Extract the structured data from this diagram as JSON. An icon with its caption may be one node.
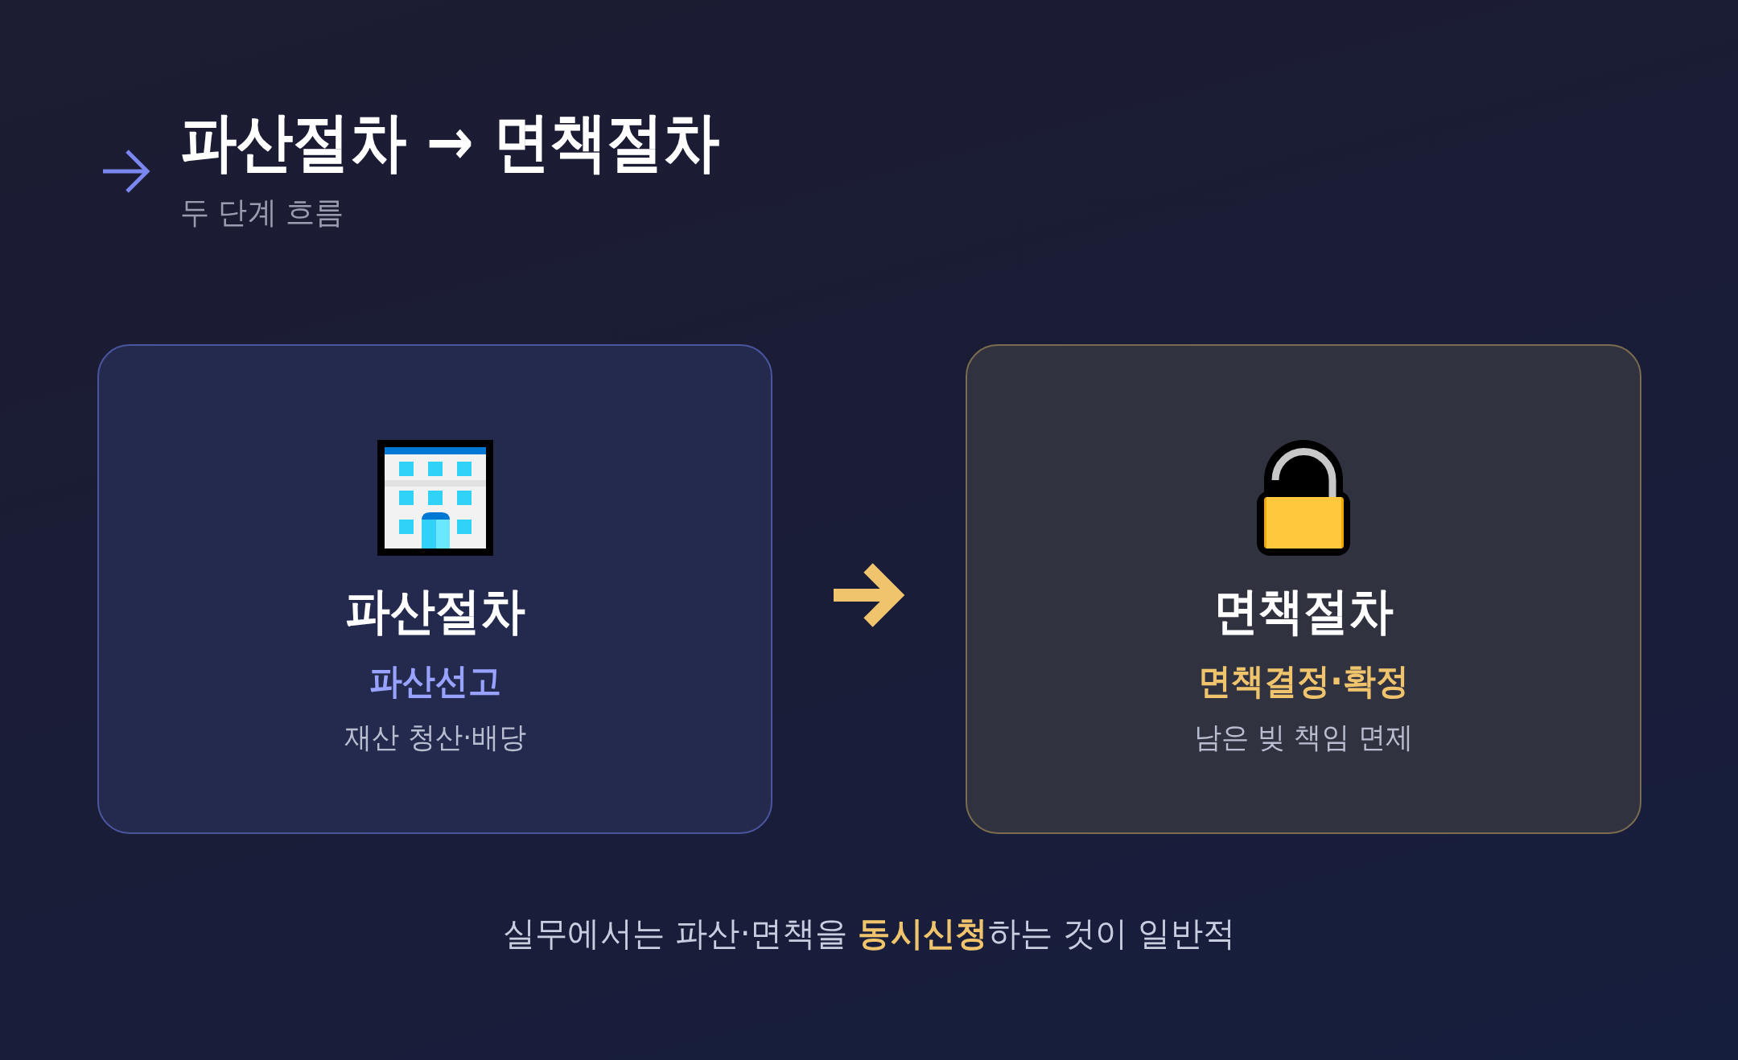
{
  "diagram": {
    "title": "파산절차 → 면책절차",
    "caption": "실무에서는 파산·면책을 **동시신청**하는 것이 일반적",
    "nodes": [
      {
        "text": [
          "파산절차",
          "파산선고",
          "재산 청산·배당"
        ]
      },
      {
        "text": [
          "면책절차",
          "면책결정·확정",
          "남은 빚 책임 면제"
        ]
      }
    ],
    "edges": [
      {
        "from": 0,
        "to": 1,
        "arrow": "to"
      }
    ],
    "labels": [
      "두 단계 흐름"
    ]
  }
}
